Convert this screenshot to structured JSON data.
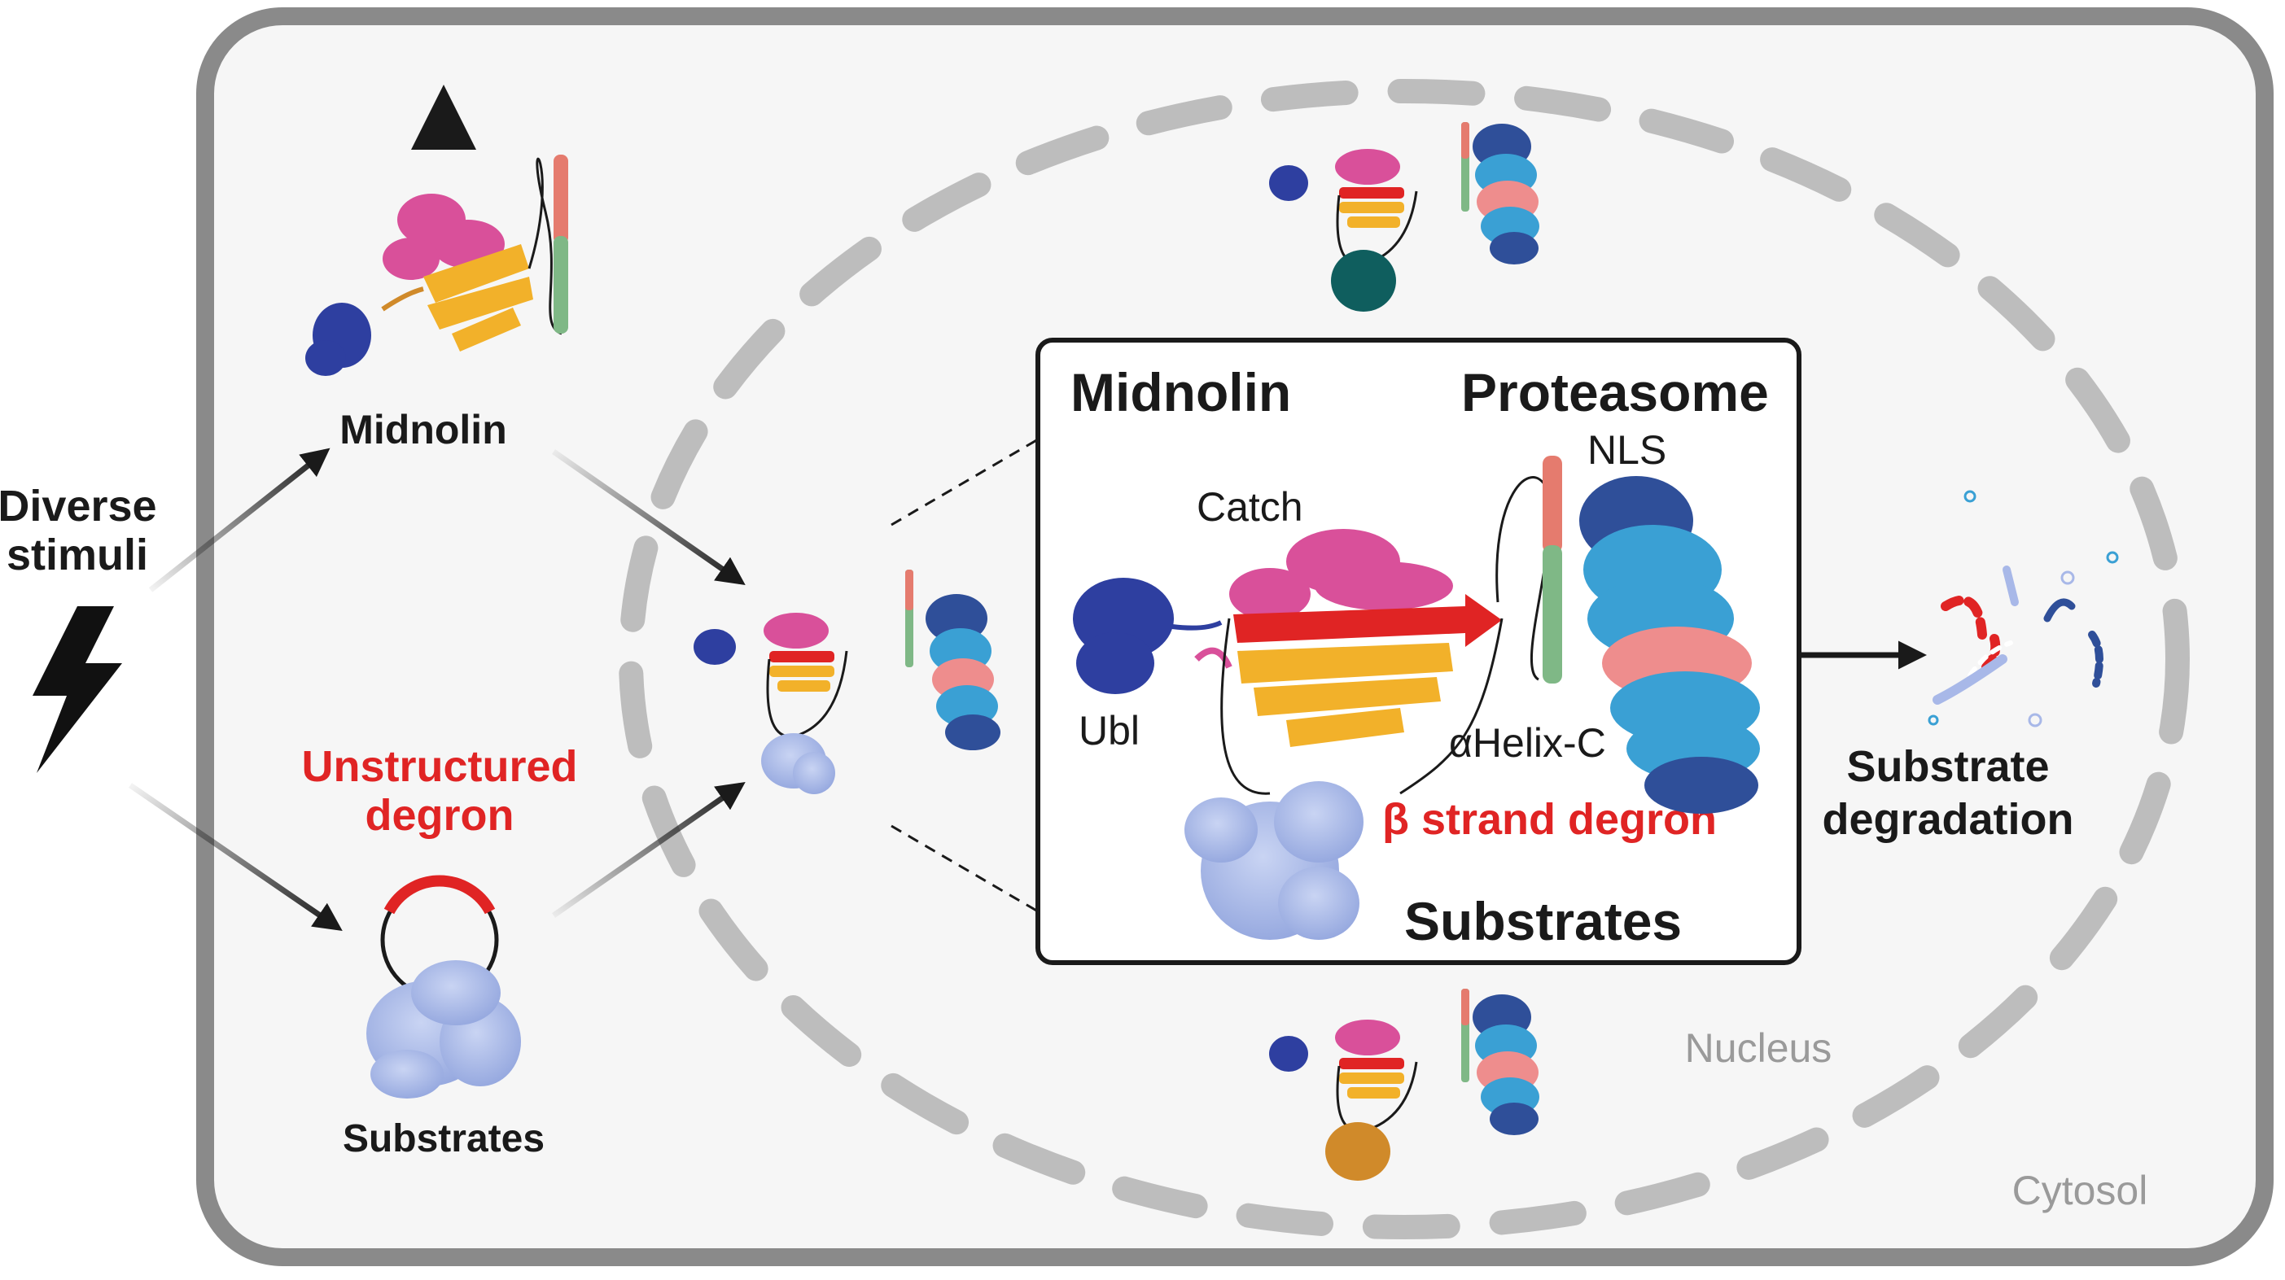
{
  "labels": {
    "diverse_stimuli_line1": "Diverse",
    "diverse_stimuli_line2": "stimuli",
    "midnolin_left": "Midnolin",
    "unstructured_degron_line1": "Unstructured",
    "unstructured_degron_line2": "degron",
    "substrates_left": "Substrates",
    "nucleus": "Nucleus",
    "cytosol": "Cytosol",
    "substrate_degradation_line1": "Substrate",
    "substrate_degradation_line2": "degradation"
  },
  "inset": {
    "midnolin": "Midnolin",
    "proteasome": "Proteasome",
    "nls": "NLS",
    "catch": "Catch",
    "ubl": "Ubl",
    "alpha_helix_c": "αHelix-C",
    "beta_strand_degron": "β strand degron",
    "substrates": "Substrates"
  },
  "colors": {
    "cell_border": "#8a8a8a",
    "cell_fill": "#f6f6f6",
    "nucleus_dash": "#bdbdbd",
    "degron_red": "#e02424",
    "ubl_blue": "#2e3fa0",
    "catch_pink": "#d9509a",
    "beta_orange": "#f2b12a",
    "helix_green": "#7fb886",
    "helix_salmon": "#e57b6e",
    "substrate_lavender": "#a8b8e8",
    "proteasome_navy": "#2f4f99",
    "proteasome_cyan": "#3aa0d4",
    "proteasome_pink": "#ee8d8d",
    "substrate_teal": "#0f5e5e",
    "substrate_ochre": "#d08a2a",
    "nucleus_label_gray": "#9a9a9a"
  }
}
